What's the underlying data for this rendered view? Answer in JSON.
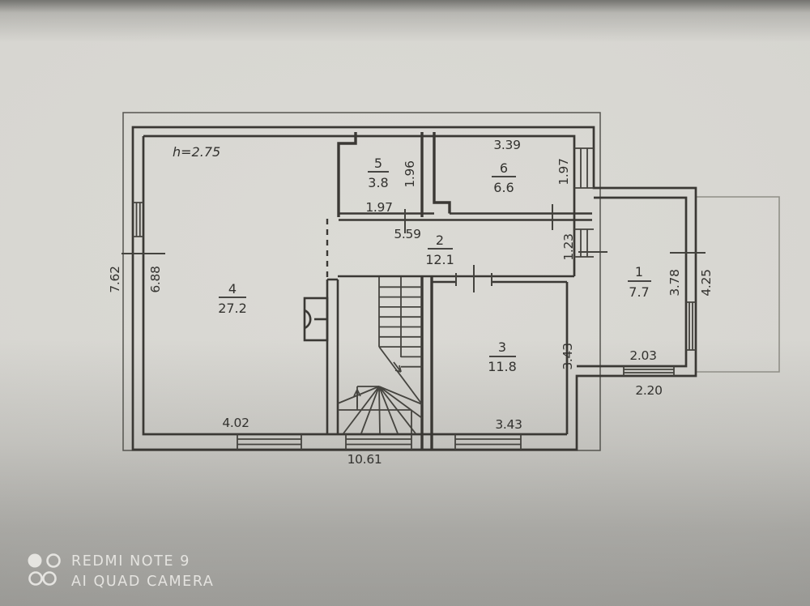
{
  "floorplan": {
    "ceiling_height": "h=2.75",
    "rooms": {
      "r1": {
        "num": "1",
        "area": "7.7"
      },
      "r2": {
        "num": "2",
        "area": "12.1"
      },
      "r3": {
        "num": "3",
        "area": "11.8"
      },
      "r4": {
        "num": "4",
        "area": "27.2"
      },
      "r5": {
        "num": "5",
        "area": "3.8"
      },
      "r6": {
        "num": "6",
        "area": "6.6"
      }
    },
    "dims": {
      "left_overall": "7.62",
      "left_interior": "6.88",
      "room4_width": "4.02",
      "overall_width": "10.61",
      "room5_width": "1.97",
      "room5_depth": "1.96",
      "room6_width": "3.39",
      "room6_depth": "1.97",
      "hall_width": "5.59",
      "opening": "1.23",
      "room3_width": "3.43",
      "room3_depth": "3.43",
      "room1_width": "2.03",
      "room1_depth": "3.78",
      "terrace_depth": "4.25",
      "room1_outer_width": "2.20"
    }
  },
  "watermark": {
    "device": "REDMI NOTE 9",
    "camera": "AI QUAD CAMERA"
  },
  "colors": {
    "paper": "#d6d5d0",
    "ink": "#3a3834",
    "faint_line": "#908f88",
    "watermark_text": "#eeede9"
  }
}
